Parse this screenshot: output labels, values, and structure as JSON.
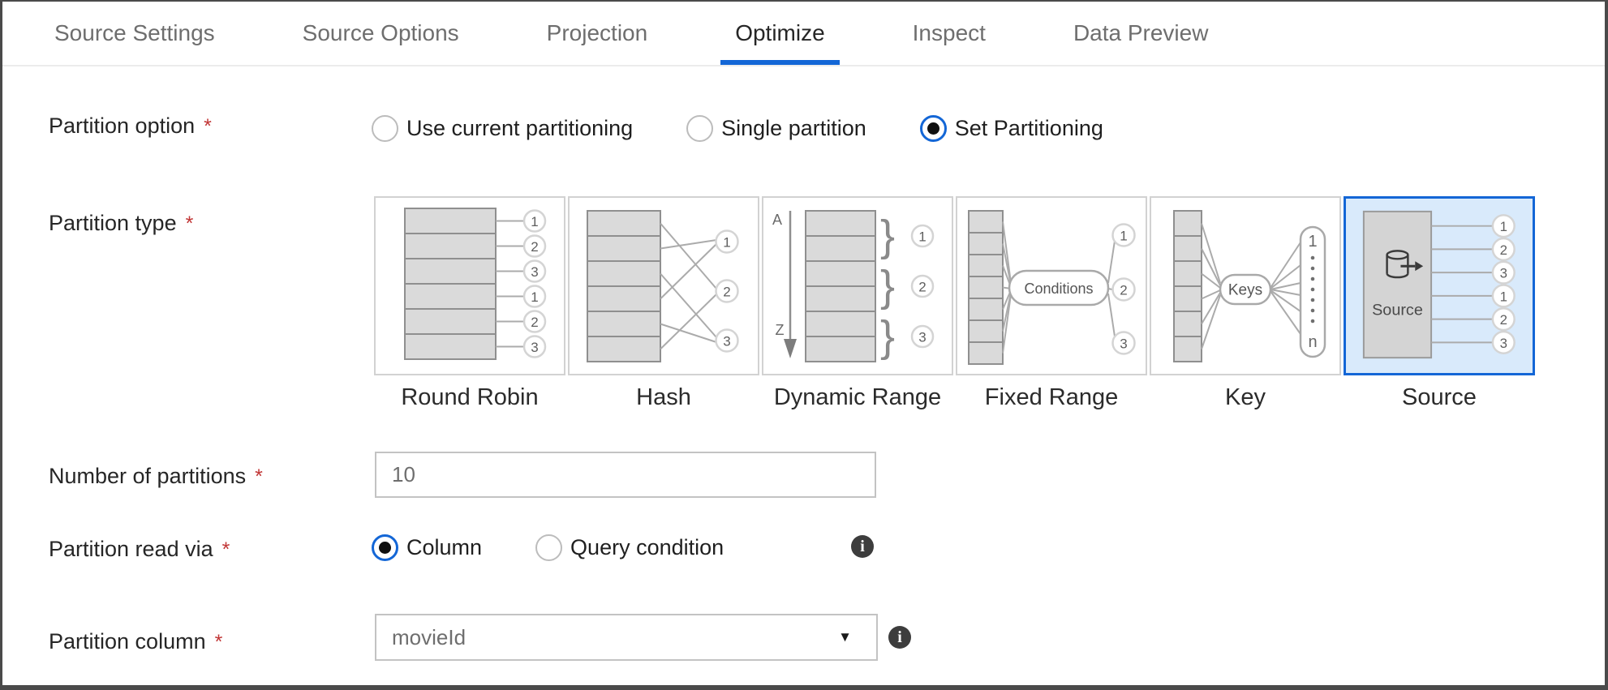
{
  "tabs": {
    "items": [
      {
        "label": "Source Settings",
        "selected": false
      },
      {
        "label": "Source Options",
        "selected": false
      },
      {
        "label": "Projection",
        "selected": false
      },
      {
        "label": "Optimize",
        "selected": true
      },
      {
        "label": "Inspect",
        "selected": false
      },
      {
        "label": "Data Preview",
        "selected": false
      }
    ]
  },
  "form": {
    "partition_option": {
      "label": "Partition option",
      "required": "*",
      "options": [
        {
          "label": "Use current partitioning",
          "selected": false
        },
        {
          "label": "Single partition",
          "selected": false
        },
        {
          "label": "Set Partitioning",
          "selected": true
        }
      ]
    },
    "partition_type": {
      "label": "Partition type",
      "required": "*",
      "selected_tile": "Source",
      "tiles": [
        {
          "label": "Round Robin",
          "selected": false,
          "nodes": [
            "1",
            "2",
            "3",
            "1",
            "2",
            "3"
          ]
        },
        {
          "label": "Hash",
          "selected": false,
          "nodes": [
            "1",
            "2",
            "3"
          ]
        },
        {
          "label": "Dynamic Range",
          "selected": false,
          "top": "A",
          "bottom": "Z",
          "brace": "}",
          "nodes": [
            "1",
            "2",
            "3"
          ]
        },
        {
          "label": "Fixed Range",
          "selected": false,
          "pill": "Conditions",
          "nodes": [
            "1",
            "2",
            "3"
          ]
        },
        {
          "label": "Key",
          "selected": false,
          "pill": "Keys",
          "list_top": "1",
          "list_bottom": "n"
        },
        {
          "label": "Source",
          "selected": true,
          "box": "Source",
          "nodes": [
            "1",
            "2",
            "3",
            "1",
            "2",
            "3"
          ]
        }
      ]
    },
    "number_of_partitions": {
      "label": "Number of partitions",
      "required": "*",
      "value": "10"
    },
    "partition_read_via": {
      "label": "Partition read via",
      "required": "*",
      "options": [
        {
          "label": "Column",
          "selected": true
        },
        {
          "label": "Query condition",
          "selected": false
        }
      ],
      "info_glyph": "i"
    },
    "partition_column": {
      "label": "Partition column",
      "required": "*",
      "value": "movieId",
      "caret": "▼",
      "info_glyph": "i"
    }
  },
  "colors": {
    "accent_blue": "#1366d6",
    "selected_tile_bg": "#d9eafb",
    "required_red": "#c13535",
    "info_bg": "#3d3d3d",
    "frame_border": "#4a4a4a"
  }
}
